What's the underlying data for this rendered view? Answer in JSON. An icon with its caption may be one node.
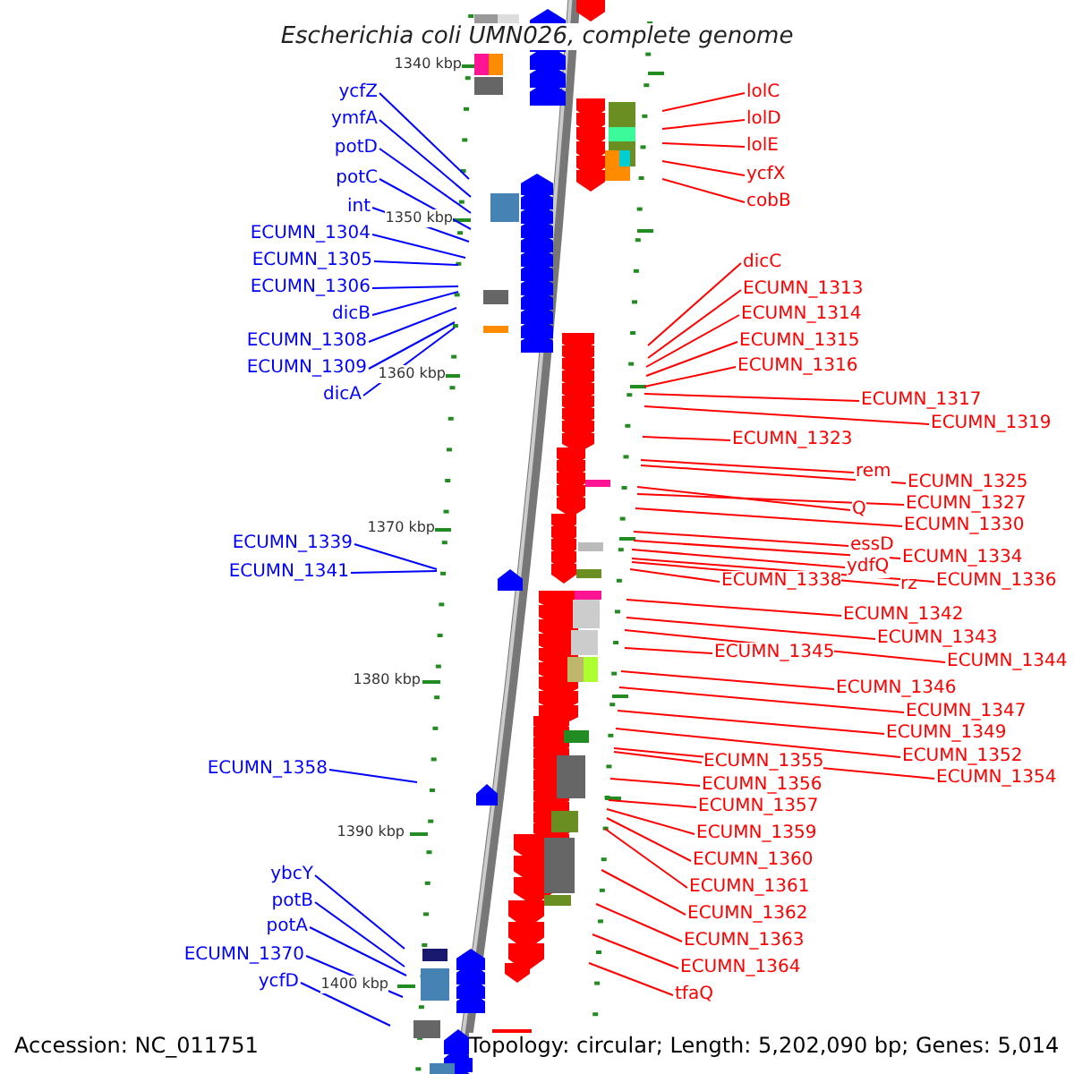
{
  "diagram": {
    "title": "Escherichia coli UMN026, complete genome",
    "nodes": [
      {
        "text": [
          "ycfZ"
        ]
      },
      {
        "text": [
          "ymfA"
        ]
      },
      {
        "text": [
          "potD"
        ]
      },
      {
        "text": [
          "potC"
        ]
      },
      {
        "text": [
          "int"
        ]
      },
      {
        "text": [
          "ECUMN_1304"
        ]
      },
      {
        "text": [
          "ECUMN_1305"
        ]
      },
      {
        "text": [
          "ECUMN_1306"
        ]
      },
      {
        "text": [
          "dicB"
        ]
      },
      {
        "text": [
          "ECUMN_1308"
        ]
      },
      {
        "text": [
          "ECUMN_1309"
        ]
      },
      {
        "text": [
          "dicA"
        ]
      },
      {
        "text": [
          "ECUMN_1339"
        ]
      },
      {
        "text": [
          "ECUMN_1341"
        ]
      },
      {
        "text": [
          "ECUMN_1358"
        ]
      },
      {
        "text": [
          "ybcY"
        ]
      },
      {
        "text": [
          "potB"
        ]
      },
      {
        "text": [
          "potA"
        ]
      },
      {
        "text": [
          "ECUMN_1370"
        ]
      },
      {
        "text": [
          "ycfD"
        ]
      },
      {
        "text": [
          "lolC"
        ]
      },
      {
        "text": [
          "lolD"
        ]
      },
      {
        "text": [
          "lolE"
        ]
      },
      {
        "text": [
          "ycfX"
        ]
      },
      {
        "text": [
          "cobB"
        ]
      },
      {
        "text": [
          "dicC"
        ]
      },
      {
        "text": [
          "ECUMN_1313"
        ]
      },
      {
        "text": [
          "ECUMN_1314"
        ]
      },
      {
        "text": [
          "ECUMN_1315"
        ]
      },
      {
        "text": [
          "ECUMN_1316"
        ]
      },
      {
        "text": [
          "ECUMN_1317"
        ]
      },
      {
        "text": [
          "ECUMN_1319"
        ]
      },
      {
        "text": [
          "ECUMN_1323"
        ]
      },
      {
        "text": [
          "rem"
        ]
      },
      {
        "text": [
          "ECUMN_1325"
        ]
      },
      {
        "text": [
          "Q"
        ]
      },
      {
        "text": [
          "ECUMN_1327"
        ]
      },
      {
        "text": [
          "ECUMN_1330"
        ]
      },
      {
        "text": [
          "essD"
        ]
      },
      {
        "text": [
          "ECUMN_1334"
        ]
      },
      {
        "text": [
          "ydfQ"
        ]
      },
      {
        "text": [
          "ECUMN_1336"
        ]
      },
      {
        "text": [
          "rz"
        ]
      },
      {
        "text": [
          "ECUMN_1338"
        ]
      },
      {
        "text": [
          "ECUMN_1342"
        ]
      },
      {
        "text": [
          "ECUMN_1343"
        ]
      },
      {
        "text": [
          "ECUMN_1344"
        ]
      },
      {
        "text": [
          "ECUMN_1345"
        ]
      },
      {
        "text": [
          "ECUMN_1346"
        ]
      },
      {
        "text": [
          "ECUMN_1347"
        ]
      },
      {
        "text": [
          "ECUMN_1349"
        ]
      },
      {
        "text": [
          "ECUMN_1352"
        ]
      },
      {
        "text": [
          "ECUMN_1354"
        ]
      },
      {
        "text": [
          "ECUMN_1355"
        ]
      },
      {
        "text": [
          "ECUMN_1356"
        ]
      },
      {
        "text": [
          "ECUMN_1357"
        ]
      },
      {
        "text": [
          "ECUMN_1359"
        ]
      },
      {
        "text": [
          "ECUMN_1360"
        ]
      },
      {
        "text": [
          "ECUMN_1361"
        ]
      },
      {
        "text": [
          "ECUMN_1362"
        ]
      },
      {
        "text": [
          "ECUMN_1363"
        ]
      },
      {
        "text": [
          "ECUMN_1364"
        ]
      },
      {
        "text": [
          "tfaQ"
        ]
      }
    ],
    "edges": [
      {
        "from": 0,
        "to": null,
        "arrow": "none",
        "color": "#0000ff"
      },
      {
        "from": 1,
        "to": null,
        "arrow": "none",
        "color": "#0000ff"
      },
      {
        "from": 2,
        "to": null,
        "arrow": "none",
        "color": "#0000ff"
      },
      {
        "from": 3,
        "to": null,
        "arrow": "none",
        "color": "#0000ff"
      },
      {
        "from": 4,
        "to": null,
        "arrow": "none",
        "color": "#0000ff"
      },
      {
        "from": 5,
        "to": null,
        "arrow": "none",
        "color": "#0000ff"
      },
      {
        "from": 6,
        "to": null,
        "arrow": "none",
        "color": "#0000ff"
      },
      {
        "from": 7,
        "to": null,
        "arrow": "none",
        "color": "#0000ff"
      },
      {
        "from": 8,
        "to": null,
        "arrow": "none",
        "color": "#0000ff"
      },
      {
        "from": 9,
        "to": null,
        "arrow": "none",
        "color": "#0000ff"
      },
      {
        "from": 10,
        "to": null,
        "arrow": "none",
        "color": "#0000ff"
      },
      {
        "from": 11,
        "to": null,
        "arrow": "none",
        "color": "#0000ff"
      },
      {
        "from": 12,
        "to": null,
        "arrow": "none",
        "color": "#0000ff"
      },
      {
        "from": 13,
        "to": null,
        "arrow": "none",
        "color": "#0000ff"
      },
      {
        "from": 14,
        "to": null,
        "arrow": "none",
        "color": "#0000ff"
      },
      {
        "from": 15,
        "to": null,
        "arrow": "none",
        "color": "#0000ff"
      },
      {
        "from": 16,
        "to": null,
        "arrow": "none",
        "color": "#0000ff"
      },
      {
        "from": 17,
        "to": null,
        "arrow": "none",
        "color": "#0000ff"
      },
      {
        "from": 18,
        "to": null,
        "arrow": "none",
        "color": "#0000ff"
      },
      {
        "from": 19,
        "to": null,
        "arrow": "none",
        "color": "#0000ff"
      },
      {
        "from": 20,
        "to": null,
        "arrow": "none"
      },
      {
        "from": 21,
        "to": null,
        "arrow": "none"
      },
      {
        "from": 22,
        "to": null,
        "arrow": "none"
      },
      {
        "from": 23,
        "to": null,
        "arrow": "none"
      },
      {
        "from": 24,
        "to": null,
        "arrow": "none"
      },
      {
        "from": 25,
        "to": null,
        "arrow": "none"
      },
      {
        "from": 26,
        "to": null,
        "arrow": "none"
      },
      {
        "from": 27,
        "to": null,
        "arrow": "none"
      },
      {
        "from": 28,
        "to": null,
        "arrow": "none"
      },
      {
        "from": 29,
        "to": null,
        "arrow": "none"
      },
      {
        "from": 30,
        "to": null,
        "arrow": "none"
      },
      {
        "from": 31,
        "to": null,
        "arrow": "none"
      },
      {
        "from": 32,
        "to": null,
        "arrow": "none"
      },
      {
        "from": 33,
        "to": null,
        "arrow": "none"
      },
      {
        "from": 34,
        "to": null,
        "arrow": "none"
      },
      {
        "from": 35,
        "to": null,
        "arrow": "none"
      },
      {
        "from": 36,
        "to": null,
        "arrow": "none"
      },
      {
        "from": 37,
        "to": null,
        "arrow": "none"
      },
      {
        "from": 38,
        "to": null,
        "arrow": "none"
      },
      {
        "from": 39,
        "to": null,
        "arrow": "none"
      },
      {
        "from": 40,
        "to": null,
        "arrow": "none"
      },
      {
        "from": 41,
        "to": null,
        "arrow": "none"
      },
      {
        "from": 42,
        "to": null,
        "arrow": "none"
      },
      {
        "from": 43,
        "to": null,
        "arrow": "none"
      },
      {
        "from": 44,
        "to": null,
        "arrow": "none"
      },
      {
        "from": 45,
        "to": null,
        "arrow": "none"
      },
      {
        "from": 46,
        "to": null,
        "arrow": "none"
      },
      {
        "from": 47,
        "to": null,
        "arrow": "none"
      },
      {
        "from": 48,
        "to": null,
        "arrow": "none"
      },
      {
        "from": 49,
        "to": null,
        "arrow": "none"
      },
      {
        "from": 50,
        "to": null,
        "arrow": "none"
      },
      {
        "from": 51,
        "to": null,
        "arrow": "none"
      },
      {
        "from": 52,
        "to": null,
        "arrow": "none"
      },
      {
        "from": 53,
        "to": null,
        "arrow": "none"
      },
      {
        "from": 54,
        "to": null,
        "arrow": "none"
      },
      {
        "from": 55,
        "to": null,
        "arrow": "none"
      },
      {
        "from": 56,
        "to": null,
        "arrow": "none"
      },
      {
        "from": 57,
        "to": null,
        "arrow": "none"
      },
      {
        "from": 58,
        "to": null,
        "arrow": "none"
      },
      {
        "from": 59,
        "to": null,
        "arrow": "none"
      },
      {
        "from": 60,
        "to": null,
        "arrow": "none"
      },
      {
        "from": 61,
        "to": null,
        "arrow": "none"
      },
      {
        "from": 62,
        "to": null,
        "arrow": "none"
      }
    ],
    "labels": [
      "1340 kbp",
      "1350 kbp",
      "1360 kbp",
      "1370 kbp",
      "1380 kbp",
      "1390 kbp",
      "1400 kbp",
      "Accession: NC_011751",
      "Topology: circular; Length: 5,202,090 bp; Genes: 5,014"
    ]
  }
}
